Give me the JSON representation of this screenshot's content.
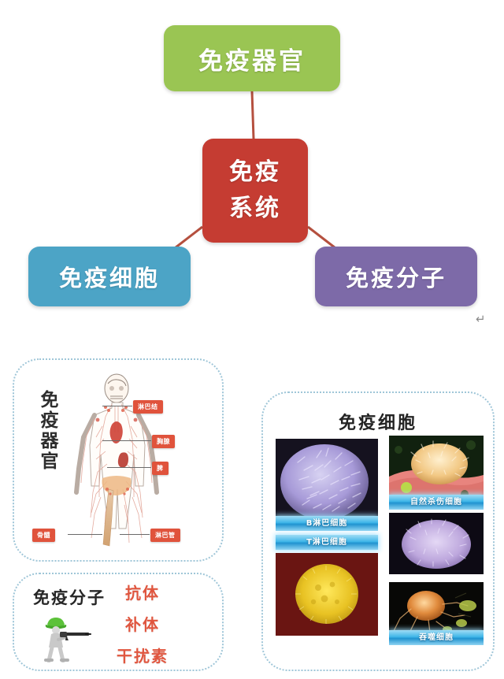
{
  "mindmap": {
    "center": {
      "line1": "免疫",
      "line2": "系统"
    },
    "nodes": [
      {
        "id": "organs",
        "label": "免疫器官",
        "color": "#9ac553"
      },
      {
        "id": "cells",
        "label": "免疫细胞",
        "color": "#4ca4c6"
      },
      {
        "id": "molecules",
        "label": "免疫分子",
        "color": "#7d6aa8"
      }
    ],
    "center_color": "#c53c32",
    "connector_color": "#b5503f",
    "pilcrow": "↵"
  },
  "panel_organs": {
    "title": "免疫器官",
    "tag_color": "#e0533c",
    "tags": [
      {
        "id": "lymphnode",
        "label": "淋巴结"
      },
      {
        "id": "thymus",
        "label": "胸腺"
      },
      {
        "id": "spleen",
        "label": "脾"
      },
      {
        "id": "marrow",
        "label": "骨髓"
      },
      {
        "id": "lymphvessel",
        "label": "淋巴管"
      }
    ]
  },
  "panel_molecules": {
    "title": "免疫分子",
    "items": [
      "抗体",
      "补体",
      "干扰素"
    ],
    "item_color": "#e0563f",
    "figure": "soldier-icon"
  },
  "panel_cells": {
    "title": "免疫细胞",
    "label_color": "#3fb6e8",
    "cards": [
      {
        "id": "b",
        "label": "B淋巴细胞",
        "icon": "b-lymphocyte-micrograph"
      },
      {
        "id": "t",
        "label": "T淋巴细胞",
        "icon": "t-lymphocyte-micrograph"
      },
      {
        "id": "mac",
        "label": "",
        "icon": "macrophage-micrograph"
      },
      {
        "id": "nk",
        "label": "自然杀伤细胞",
        "icon": "nk-cell-micrograph"
      },
      {
        "id": "ly",
        "label": "",
        "icon": "lymphocyte-micrograph"
      },
      {
        "id": "ph",
        "label": "吞噬细胞",
        "icon": "phagocyte-micrograph"
      }
    ]
  },
  "watermark": ""
}
